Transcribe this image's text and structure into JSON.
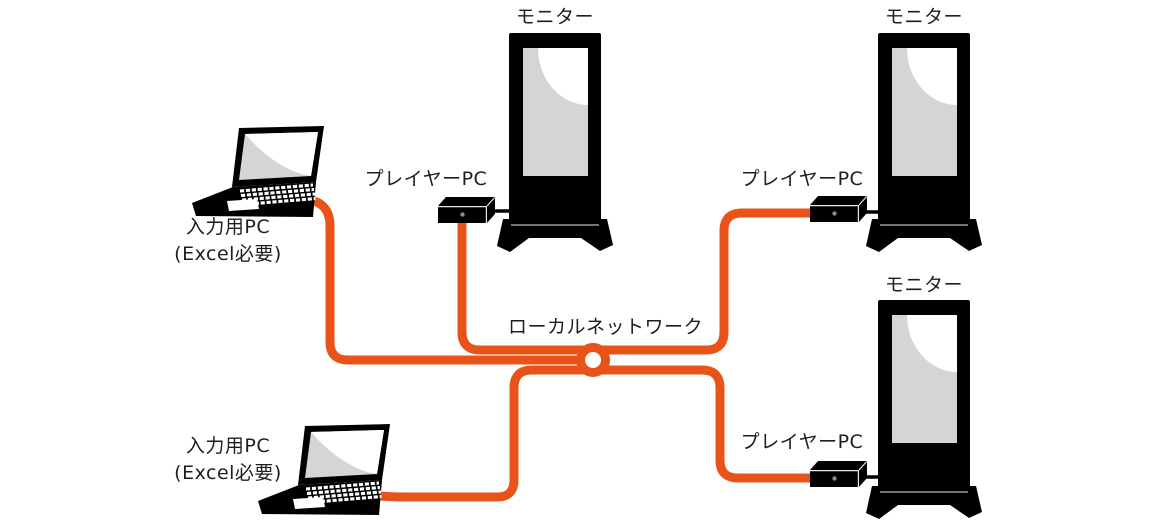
{
  "colors": {
    "background": "#FFFFFF",
    "cable": "#E8531A",
    "device": "#000000",
    "screen_gray": "#D5D5D5",
    "screen_highlight": "#FFFFFF",
    "text": "#1E1E1E",
    "power_dot": "#8A8A8A"
  },
  "hub": {
    "label": "ローカルネットワーク"
  },
  "laptops": [
    {
      "id": "input-pc-1",
      "label_line1": "入力用PC",
      "label_line2": "(Excel必要)"
    },
    {
      "id": "input-pc-2",
      "label_line1": "入力用PC",
      "label_line2": "(Excel必要)"
    }
  ],
  "player_pcs": [
    {
      "id": "player-pc-1",
      "label": "プレイヤーPC"
    },
    {
      "id": "player-pc-2",
      "label": "プレイヤーPC"
    },
    {
      "id": "player-pc-3",
      "label": "プレイヤーPC"
    }
  ],
  "monitors": [
    {
      "id": "monitor-1",
      "label": "モニター"
    },
    {
      "id": "monitor-2",
      "label": "モニター"
    },
    {
      "id": "monitor-3",
      "label": "モニター"
    }
  ]
}
